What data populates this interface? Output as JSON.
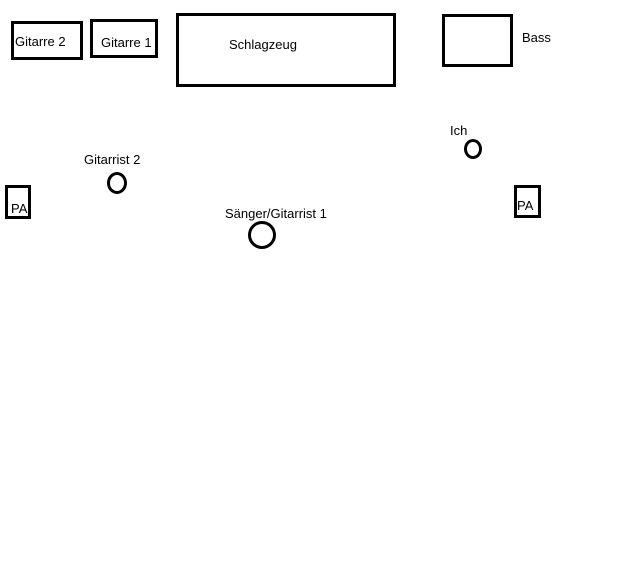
{
  "diagram": {
    "line_color": "#000000",
    "background": "#ffffff",
    "equipment": {
      "guitar2_amp": "Gitarre 2",
      "guitar1_amp": "Gitarre 1",
      "drums": "Schlagzeug",
      "bass_amp": "",
      "bass_label": "Bass",
      "pa_left": "PA",
      "pa_right": "PA"
    },
    "people": {
      "me": "Ich",
      "guitarist2": "Gitarrist 2",
      "singer_guitarist1": "Sänger/Gitarrist 1"
    }
  }
}
